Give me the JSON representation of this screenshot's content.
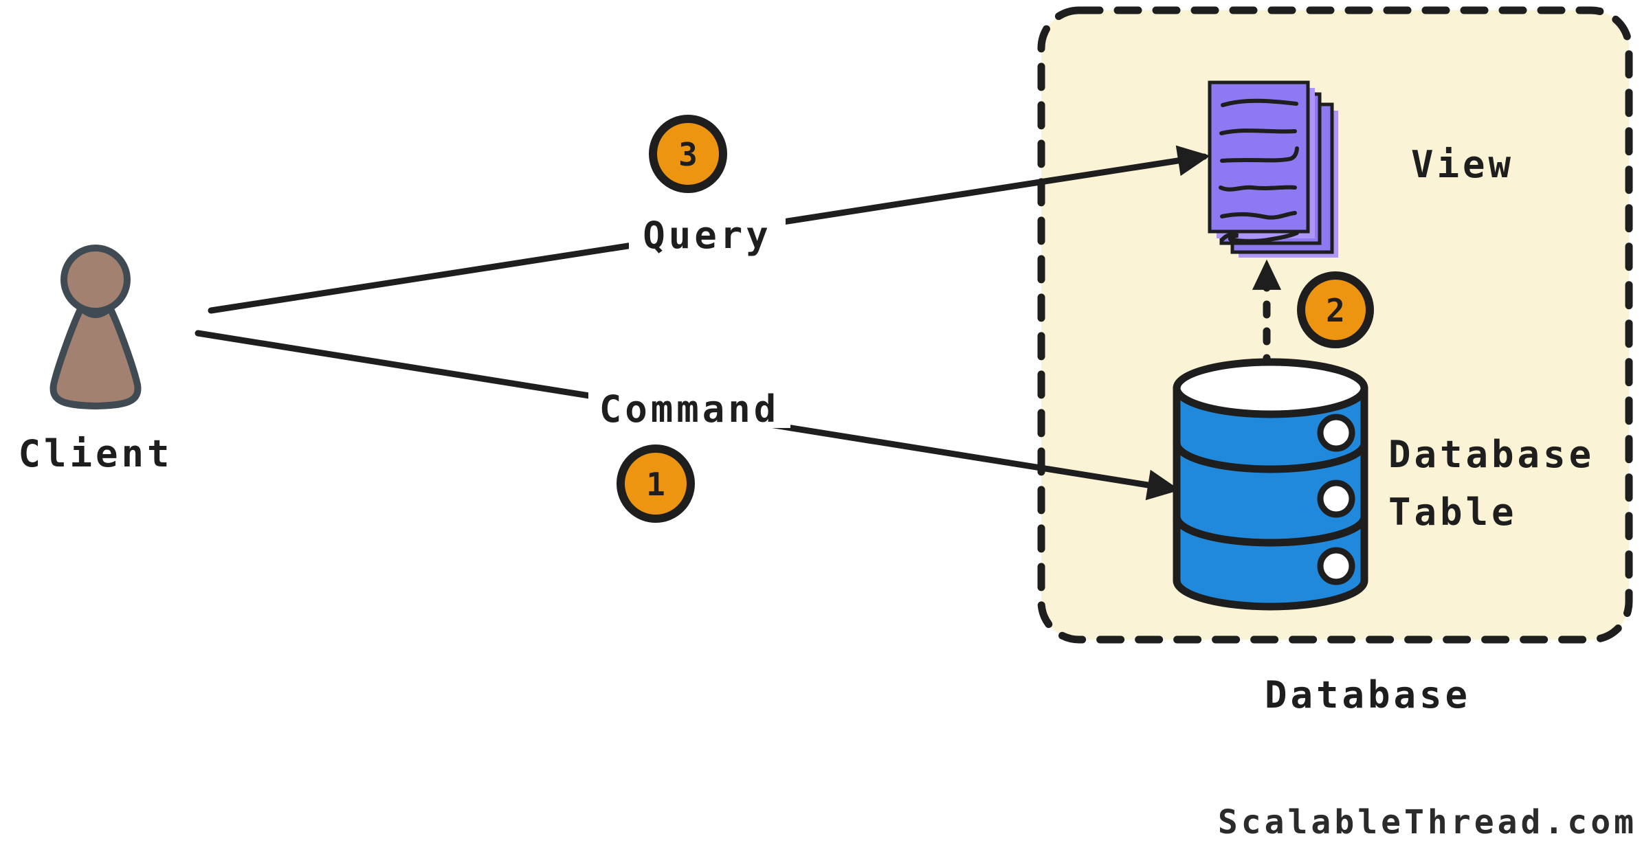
{
  "client": {
    "label": "Client",
    "icon": "person-pawn-icon"
  },
  "arrows": {
    "query": {
      "label": "Query",
      "badge": "3"
    },
    "command": {
      "label": "Command",
      "badge": "1"
    },
    "materialize": {
      "badge": "2"
    }
  },
  "database": {
    "box_label": "Database",
    "view": {
      "label": "View",
      "icon": "documents-stack-icon"
    },
    "table": {
      "label_line1": "Database",
      "label_line2": "Table",
      "icon": "database-cylinder-icon"
    }
  },
  "watermark": "ScalableThread.com",
  "colors": {
    "badge_fill": "#ED9410",
    "box_fill": "#FBF3D5",
    "view_fill": "#8F79F3",
    "view_shadow": "#AE95F9",
    "table_fill": "#2189DB",
    "client_fill": "#A28171",
    "client_stroke": "#3F4A53",
    "ink": "#1E1E1E",
    "white": "#FFFFFF"
  }
}
